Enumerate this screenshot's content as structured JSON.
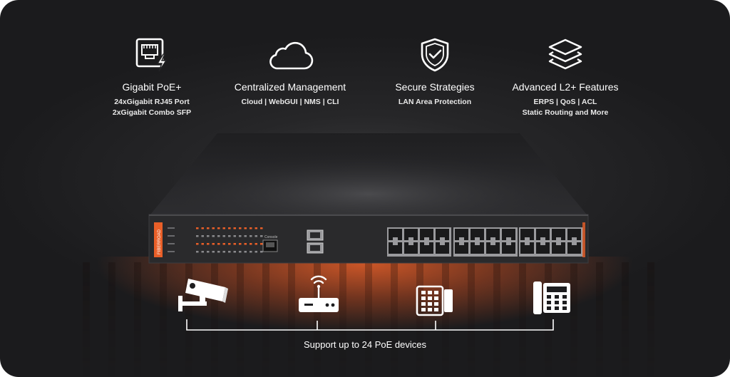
{
  "features": [
    {
      "icon": "rj45-poe-icon",
      "title": "Gigabit PoE+",
      "lines": [
        "24xGigabit RJ45 Port",
        "2xGigabit Combo SFP"
      ]
    },
    {
      "icon": "cloud-icon",
      "title": "Centralized Management",
      "lines": [
        "Cloud | WebGUI | NMS | CLI"
      ]
    },
    {
      "icon": "shield-check-icon",
      "title": "Secure Strategies",
      "lines": [
        "LAN Area Protection"
      ]
    },
    {
      "icon": "layers-icon",
      "title": "Advanced L2+ Features",
      "lines": [
        "ERPS | QoS | ACL",
        "Static Routing and More"
      ]
    }
  ],
  "product": {
    "brand": "FIBERROAD",
    "console_label": "Console",
    "rj45_port_count": 24,
    "sfp_port_count": 2
  },
  "devices": [
    {
      "icon": "camera-icon"
    },
    {
      "icon": "wifi-router-icon"
    },
    {
      "icon": "access-keypad-icon"
    },
    {
      "icon": "ip-phone-icon"
    }
  ],
  "caption": "Support up to 24 PoE devices",
  "colors": {
    "background": "#232325",
    "accent_orange": "#e95f28",
    "text": "#ffffff"
  }
}
